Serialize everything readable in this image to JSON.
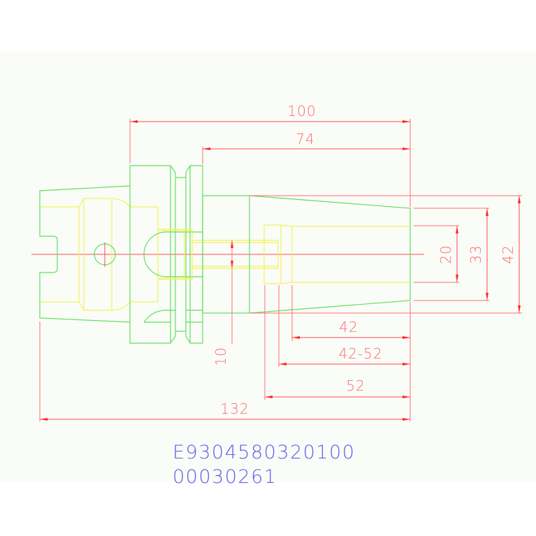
{
  "drawing": {
    "dimensions": {
      "overall_length": "132",
      "length_100": "100",
      "length_74": "74",
      "dia_42_bottom": "42",
      "dia_range": "42-52",
      "dia_52": "52",
      "dia_20": "20",
      "dia_33": "33",
      "dia_42_right": "42",
      "dia_10": "10"
    },
    "part_number": "E9304580320100",
    "order_number": "00030261"
  },
  "colors": {
    "outline": "#5fe05f",
    "hidden": "#f2f25a",
    "dimension": "#ff4a4a",
    "label": "#6060ee",
    "background": "#fafcf8"
  }
}
